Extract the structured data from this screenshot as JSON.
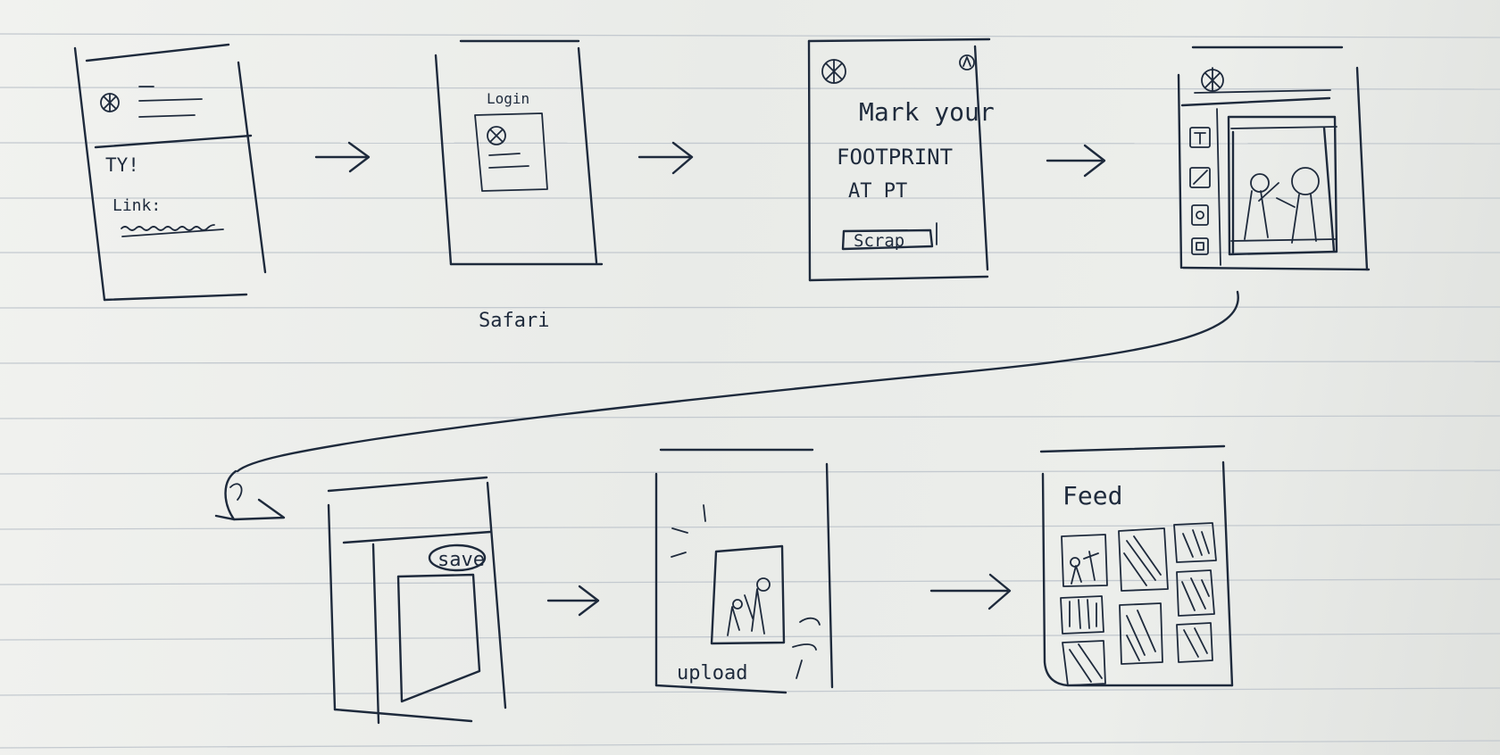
{
  "frames": {
    "link": {
      "heading": "TY!",
      "field": "Link:"
    },
    "login": {
      "title": "Login",
      "caption": "Safari"
    },
    "intro": {
      "line1": "Mark your",
      "line2": "FOOTPRINT",
      "line3": "AT PT",
      "button": "Scrap"
    },
    "save": {
      "button": "save"
    },
    "upload": {
      "caption": "upload"
    },
    "feed": {
      "title": "Feed"
    }
  },
  "colors": {
    "ink": "#1e2a3c",
    "paper": "#ecedea",
    "rule": "#c3c9cf"
  }
}
